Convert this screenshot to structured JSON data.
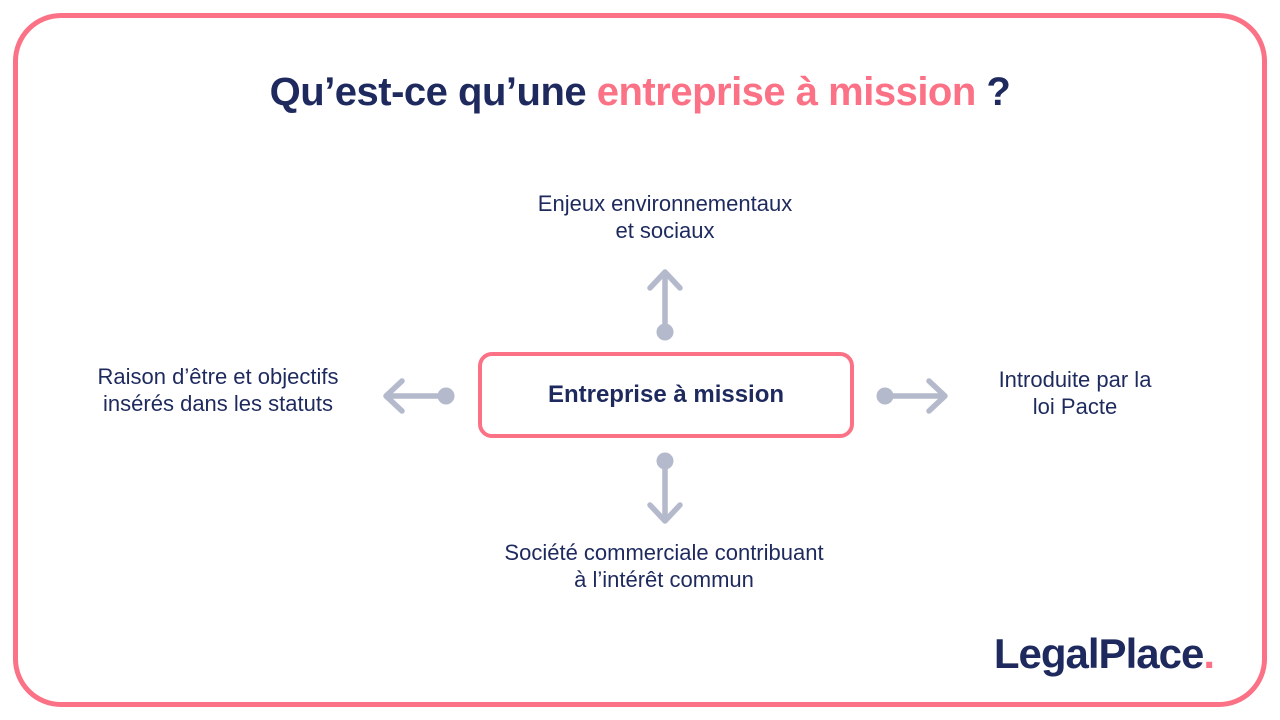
{
  "title": {
    "prefix": "Qu’est-ce qu’une ",
    "highlight": "entreprise à mission",
    "suffix": " ?"
  },
  "center": {
    "label": "Entreprise à mission"
  },
  "labels": {
    "top": "Enjeux environnementaux\net sociaux",
    "left": "Raison d’être et objectifs\ninsérés dans les statuts",
    "right": "Introduite par la\nloi Pacte",
    "bottom": "Société commerciale contribuant\nà l’intérêt commun"
  },
  "logo": {
    "name": "LegalPlace",
    "dot": "."
  },
  "colors": {
    "navy": "#1E2A5E",
    "pink": "#FB7185",
    "arrow": "#B4B9CC",
    "background": "#FFFFFF"
  }
}
